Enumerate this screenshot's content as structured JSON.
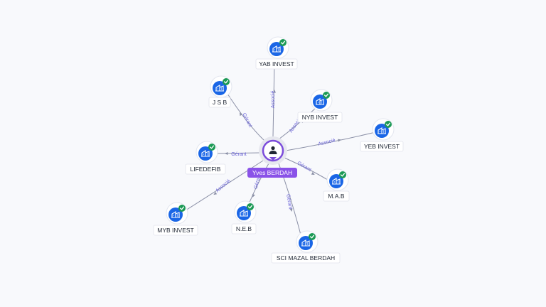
{
  "center": {
    "name": "Yves BERDAH",
    "icon": "person-icon",
    "color": "#8a52e8"
  },
  "colors": {
    "company": "#1a66e6",
    "verified": "#1c9a55",
    "edge_label": "#6a63d8"
  },
  "nodes": [
    {
      "id": "yab",
      "name": "YAB INVEST",
      "relation": "Associé",
      "icon": "company-building-icon",
      "verified": true
    },
    {
      "id": "jsb",
      "name": "J S B",
      "relation": "Gérant",
      "icon": "company-building-icon",
      "verified": true
    },
    {
      "id": "nyb",
      "name": "NYB INVEST",
      "relation": "Associé",
      "icon": "company-building-icon",
      "verified": true
    },
    {
      "id": "yeb",
      "name": "YEB INVEST",
      "relation": "Associé",
      "icon": "company-building-icon",
      "verified": true
    },
    {
      "id": "lifedefib",
      "name": "LIFEDEFIB",
      "relation": "Gérant",
      "icon": "company-building-icon",
      "verified": true
    },
    {
      "id": "mab",
      "name": "M.A.B",
      "relation": "Gérant",
      "icon": "company-building-icon",
      "verified": true
    },
    {
      "id": "myb",
      "name": "MYB INVEST",
      "relation": "Associé",
      "icon": "company-building-icon",
      "verified": true
    },
    {
      "id": "neb",
      "name": "N.E.B",
      "relation": "Gérant",
      "icon": "company-building-icon",
      "verified": true
    },
    {
      "id": "sci",
      "name": "SCI MAZAL BERDAH",
      "relation": "Gérant",
      "icon": "company-building-icon",
      "verified": true
    }
  ]
}
